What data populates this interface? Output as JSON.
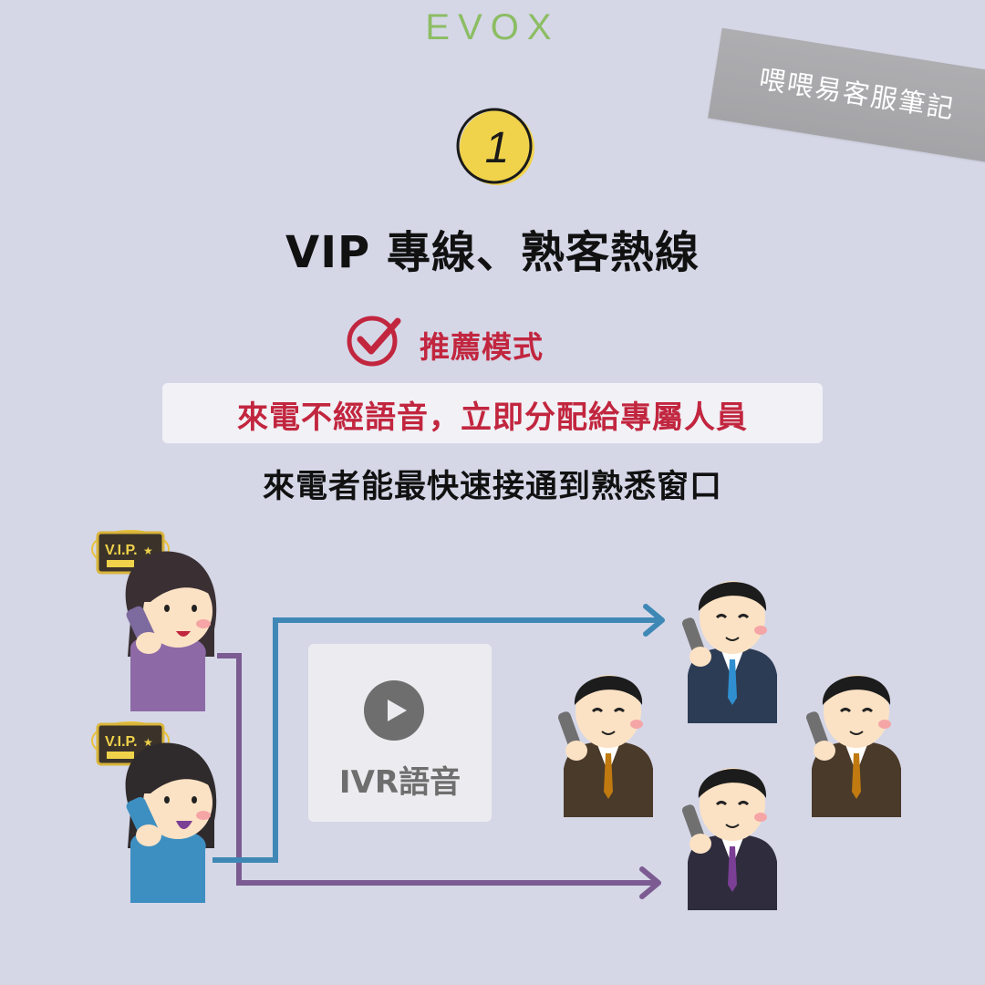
{
  "brand": {
    "logo_text": "EVOX"
  },
  "tape": {
    "text": "喂喂易客服筆記"
  },
  "step": {
    "number": "1"
  },
  "title": "VIP  專線、熟客熱線",
  "recommend": {
    "label": "推薦模式"
  },
  "highlight": "來電不經語音，立即分配給專屬人員",
  "subline": "來電者能最快速接通到熟悉窗口",
  "ivr": {
    "label": "IVR語音",
    "icon": "play-icon"
  },
  "callers": [
    {
      "badge": "V.I.P.",
      "shirt_color": "#8d6aa6"
    },
    {
      "badge": "V.I.P.",
      "shirt_color": "#3e8fc1"
    }
  ],
  "agents": [
    {
      "tie_color": "#2f8fd0",
      "suit_color": "#2d3c55"
    },
    {
      "tie_color": "#c07a10",
      "suit_color": "#4a3a2a"
    },
    {
      "tie_color": "#c07a10",
      "suit_color": "#4a3a2a"
    },
    {
      "tie_color": "#7b3f96",
      "suit_color": "#2f2c3d"
    }
  ],
  "colors": {
    "background": "#d5d7e7",
    "accent_red": "#c2263f",
    "route_blue": "#3f88b5",
    "route_purple": "#7b5b91",
    "logo_green": "#8cbd63",
    "badge_yellow": "#f0d34a"
  }
}
